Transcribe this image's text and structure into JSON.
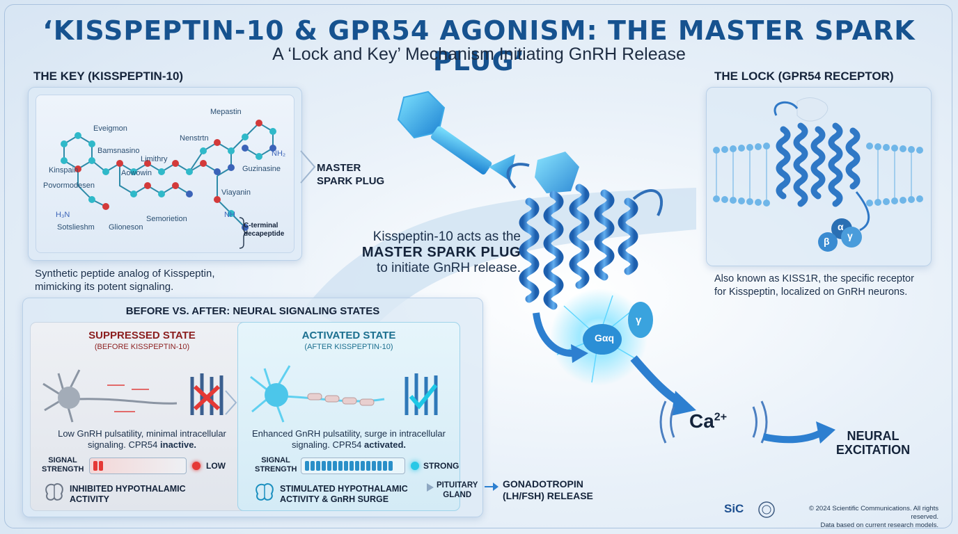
{
  "header": {
    "title": "‘KISSPEPTIN-10 & GPR54 AGONISM: THE MASTER SPARK PLUG’",
    "subtitle": "A ‘Lock and Key’ Mechanism Initiating GnRH Release"
  },
  "key_section": {
    "heading": "THE KEY (KISSPEPTIN-10)",
    "molecule_labels": [
      "Mepastin",
      "Eveigmon",
      "Nenstrtn",
      "Limithry",
      "Bamsnasino",
      "Kinspain",
      "Aowowin",
      "Guzinasine",
      "Povormodesen",
      "Viayanin",
      "Semorietion",
      "Sotslieshm",
      "Glioneson"
    ],
    "atom_labels": [
      "H₃N",
      "NH₂",
      "NH"
    ],
    "c_terminal_label": "C-terminal decapeptide",
    "callout_line1": "MASTER",
    "callout_line2": "SPARK PLUG",
    "description_line1": "Synthetic peptide analog of Kisspeptin,",
    "description_line2": "mimicking its potent signaling."
  },
  "center": {
    "line1": "Kisspeptin-10 acts as the",
    "line2": "MASTER SPARK PLUG",
    "line3": "to initiate GnRH release.",
    "galpha_label": "Gαq",
    "gamma_label": "γ",
    "calcium_label": "Ca",
    "calcium_sup": "2+",
    "excitation_line1": "NEURAL",
    "excitation_line2": "EXCITATION"
  },
  "lock_section": {
    "heading": "THE LOCK (GPR54 RECEPTOR)",
    "subunits": [
      "α",
      "β",
      "γ"
    ],
    "description_line1": "Also known as KISS1R, the specific receptor",
    "description_line2": "for Kisspeptin, localized on GnRH neurons."
  },
  "comparison": {
    "heading": "BEFORE VS. AFTER: NEURAL SIGNALING STATES",
    "suppressed": {
      "title": "SUPPRESSED STATE",
      "subtitle": "(BEFORE KISSPEPTIN-10)",
      "desc_line1": "Low GnRH pulsatility, minimal intracellular",
      "desc_line2_prefix": "signaling. CPR54",
      "desc_line2_bold": "inactive.",
      "signal_label_1": "SIGNAL",
      "signal_label_2": "STRENGTH",
      "signal_level": 0.12,
      "signal_value": "LOW",
      "footer_line1": "INHIBITED HYPOTHALAMIC",
      "footer_line2": "ACTIVITY"
    },
    "activated": {
      "title": "ACTIVATED STATE",
      "subtitle": "(AFTER KISSPEPTIN-10)",
      "desc_line1": "Enhanced GnRH pulsatility, surge in intracellular",
      "desc_line2_prefix": "signaling. CPR54",
      "desc_line2_bold": "activated.",
      "signal_label_1": "SIGNAL",
      "signal_label_2": "STRENGTH",
      "signal_level": 0.95,
      "signal_value": "STRONG",
      "footer_line1": "STIMULATED HYPOTHALAMIC",
      "footer_line2": "ACTIVITY & GnRH SURGE"
    },
    "pituitary_line1": "PITUITARY",
    "pituitary_line2": "GLAND",
    "gonadotropin_line1": "GONADOTROPIN",
    "gonadotropin_line2": "(LH/FSH) RELEASE"
  },
  "footer": {
    "logo": "SiC",
    "copyright": "© 2024 Scientific Communications. All rights reserved.",
    "note": "Data based on current research models."
  },
  "colors": {
    "title_blue": "#16528f",
    "suppressed_red": "#8b1e1e",
    "activated_teal": "#1b6f8f",
    "low_red": "#e53935",
    "strong_cyan": "#28c8e6"
  }
}
